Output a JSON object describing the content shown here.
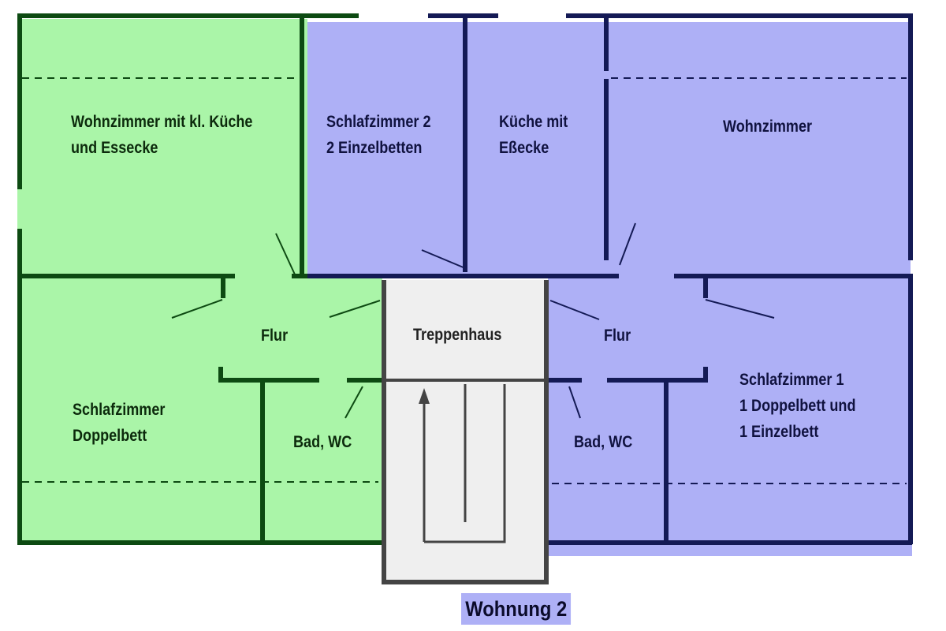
{
  "plan": {
    "title": "Wohnung 2",
    "colors": {
      "left_unit": "#aaf5a8",
      "right_unit": "#aeb0f6",
      "stairwell": "#efefef",
      "left_walls": "#0d4a12",
      "right_walls": "#141a55"
    },
    "rooms": {
      "wohnzimmer_left": [
        "Wohnzimmer mit kl. Küche",
        "und Essecke"
      ],
      "schlafzimmer2": [
        "Schlafzimmer 2",
        "2 Einzelbetten"
      ],
      "kueche": [
        "Küche mit",
        "Eßecke"
      ],
      "wohnzimmer_right": [
        "Wohnzimmer"
      ],
      "flur_left": "Flur",
      "treppenhaus": "Treppenhaus",
      "flur_right": "Flur",
      "schlafzimmer_left": [
        "Schlafzimmer",
        "Doppelbett"
      ],
      "bad_left": "Bad, WC",
      "bad_right": "Bad, WC",
      "schlafzimmer1": [
        "Schlafzimmer 1",
        "1 Doppelbett und",
        "1 Einzelbett"
      ]
    }
  }
}
